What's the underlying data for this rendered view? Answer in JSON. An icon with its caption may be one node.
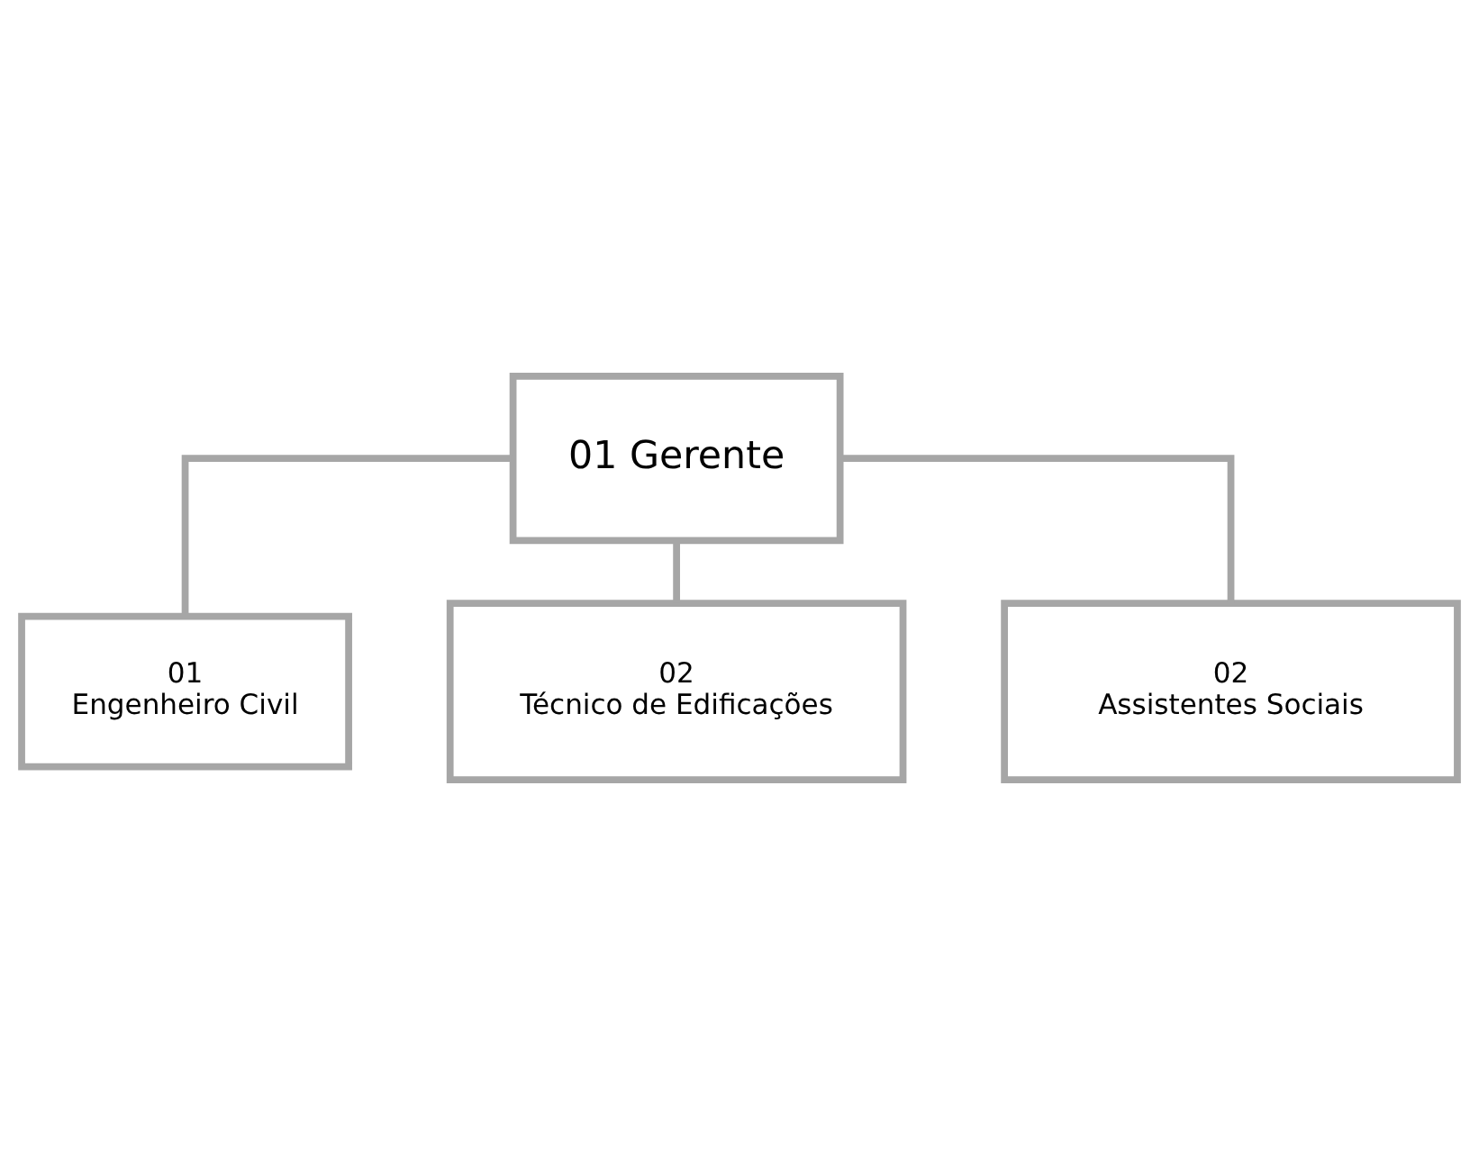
{
  "diagram": {
    "nodes": [
      {
        "text": [
          "01 Gerente"
        ]
      },
      {
        "text": [
          "01",
          "Engenheiro Civil"
        ]
      },
      {
        "text": [
          "02",
          "Técnico de Edificações"
        ]
      },
      {
        "text": [
          "02",
          "Assistentes Sociais"
        ]
      }
    ],
    "edges": [
      {
        "from": 0,
        "to": 1,
        "arrow": "none"
      },
      {
        "from": 0,
        "to": 2,
        "arrow": "none"
      },
      {
        "from": 0,
        "to": 3,
        "arrow": "none"
      }
    ]
  }
}
